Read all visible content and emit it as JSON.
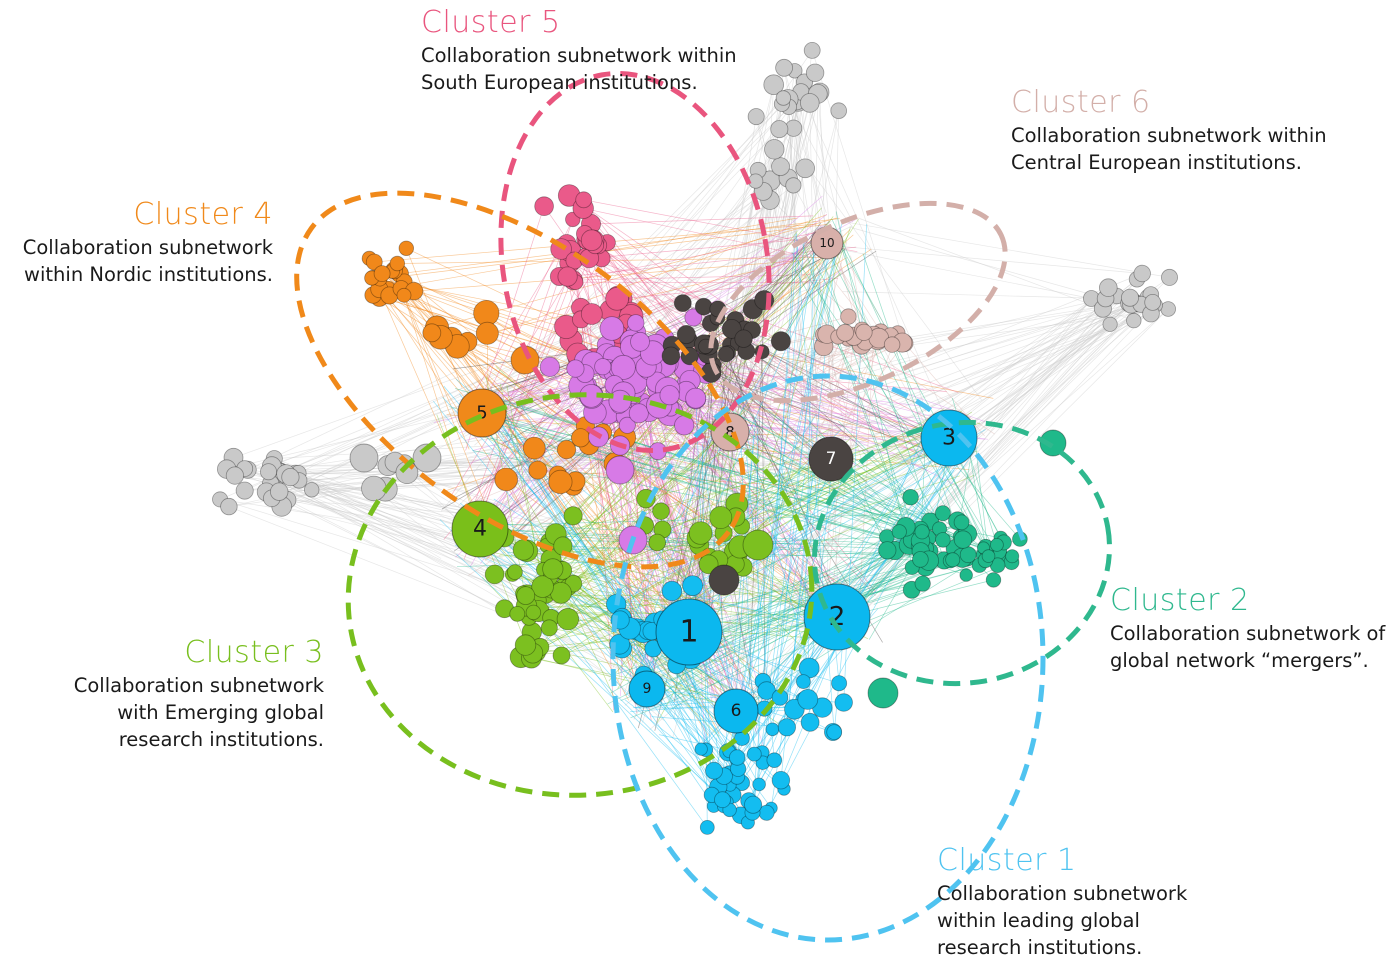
{
  "clusters": [
    {
      "id": "1",
      "title": "Cluster 1",
      "desc": [
        "Collaboration subnetwork",
        "within leading global",
        "research institutions."
      ],
      "color": "#4fc3f0"
    },
    {
      "id": "2",
      "title": "Cluster 2",
      "desc": [
        "Collaboration subnetwork of",
        "global network “mergers”."
      ],
      "color": "#2fb88e"
    },
    {
      "id": "3",
      "title": "Cluster 3",
      "desc": [
        "Collaboration subnetwork",
        "with Emerging global",
        "research institutions."
      ],
      "color": "#78bf1e"
    },
    {
      "id": "4",
      "title": "Cluster 4",
      "desc": [
        "Collaboration subnetwork",
        "within Nordic institutions."
      ],
      "color": "#f0891a"
    },
    {
      "id": "5",
      "title": "Cluster 5",
      "desc": [
        "Collaboration subnetwork within",
        "South European institutions."
      ],
      "color": "#e9557e"
    },
    {
      "id": "6",
      "title": "Cluster 6",
      "desc": [
        "Collaboration subnetwork within",
        "Central European institutions."
      ],
      "color": "#d3afa9"
    }
  ],
  "hubs": [
    {
      "label": "1",
      "color": "#0bb8ef"
    },
    {
      "label": "2",
      "color": "#0bb8ef"
    },
    {
      "label": "3",
      "color": "#0bb8ef"
    },
    {
      "label": "4",
      "color": "#7abf1a"
    },
    {
      "label": "5",
      "color": "#f0891a"
    },
    {
      "label": "6",
      "color": "#0bb8ef"
    },
    {
      "label": "7",
      "color": "#4a4442"
    },
    {
      "label": "8",
      "color": "#d8b0aa"
    },
    {
      "label": "9",
      "color": "#0bb8ef"
    },
    {
      "label": "10",
      "color": "#d8b0aa"
    }
  ],
  "node_colors": {
    "blue": "#13bdf0",
    "teal": "#1fb98a",
    "green": "#7cc020",
    "orange": "#f1881a",
    "pink": "#ea5a8a",
    "violet": "#d77ae6",
    "dark": "#4a4442",
    "rose": "#d9b4ad",
    "grey": "#c9c9c9"
  }
}
